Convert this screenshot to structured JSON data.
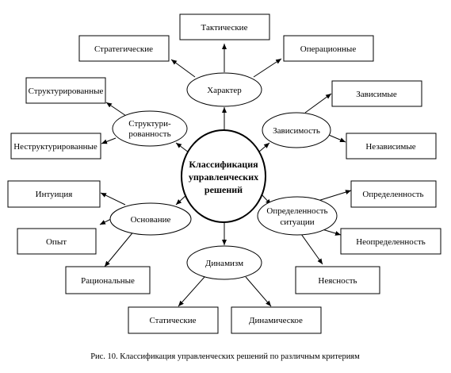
{
  "center": {
    "lines": [
      "Классификация",
      "управленческих",
      "решений"
    ]
  },
  "groups": {
    "character": {
      "label": [
        "Характер"
      ],
      "items": [
        "Тактические",
        "Стратегические",
        "Операционные"
      ]
    },
    "structure": {
      "label": [
        "Структури-",
        "рованность"
      ],
      "items": [
        "Структурированные",
        "Неструктурированные"
      ]
    },
    "dependency": {
      "label": [
        "Зависимость"
      ],
      "items": [
        "Зависимые",
        "Независимые"
      ]
    },
    "basis": {
      "label": [
        "Основание"
      ],
      "items": [
        "Интуиция",
        "Опыт",
        "Рациональные"
      ]
    },
    "certainty": {
      "label": [
        "Определенность",
        "ситуации"
      ],
      "items": [
        "Определенность",
        "Неопределенность",
        "Неясность"
      ]
    },
    "dynamism": {
      "label": [
        "Динамизм"
      ],
      "items": [
        "Статические",
        "Динамическое"
      ]
    }
  },
  "caption": "Рис. 10. Классификация управленческих решений по различным критериям"
}
